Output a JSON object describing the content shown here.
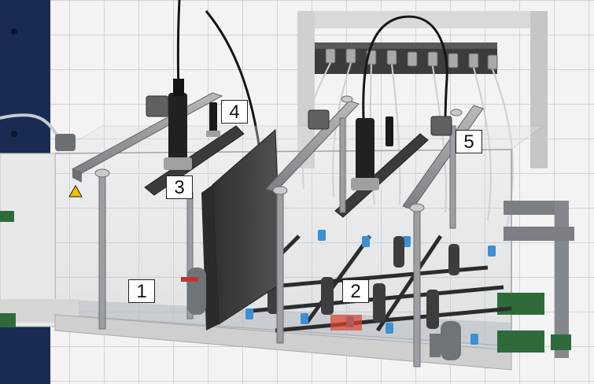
{
  "callouts": {
    "c1": "1",
    "c2": "2",
    "c3": "3",
    "c4": "4",
    "c5": "5"
  },
  "colors": {
    "tile_wall": "#f2f2f2",
    "tile_grout": "#d4d4d4",
    "frame_blue": "#1c2e5a",
    "steel": "#8c8e91",
    "dark_plate": "#3a3b3d",
    "pipe_gray": "#6f7478",
    "clip_blue": "#3d8fd1",
    "heater_red": "#e0432f"
  }
}
